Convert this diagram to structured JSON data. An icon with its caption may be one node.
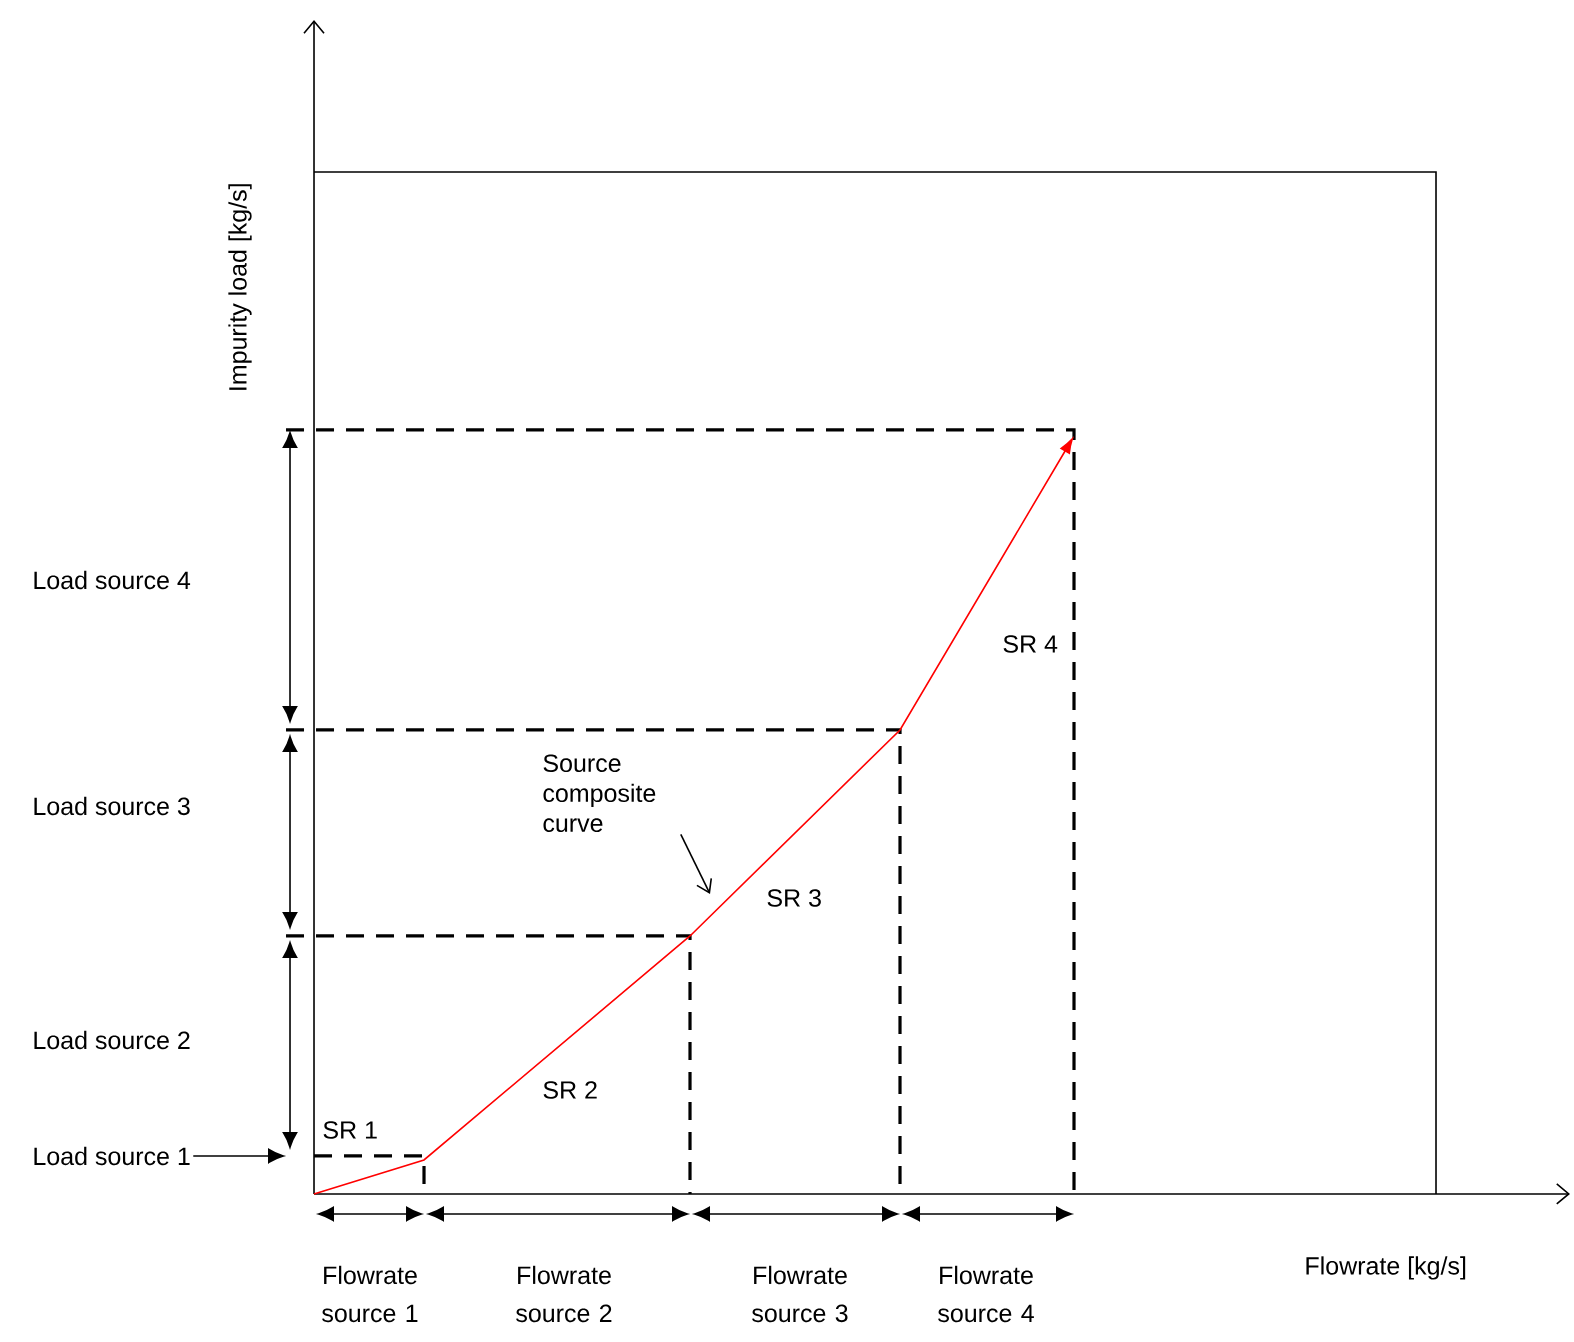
{
  "diagram": {
    "nodes": [
      {
        "text": [
          "Source composite curve"
        ]
      },
      {
        "text": [
          "Load source 1"
        ]
      }
    ],
    "edges": [
      {
        "from": 0,
        "to": null,
        "arrow": "to"
      },
      {
        "from": 1,
        "to": null,
        "arrow": "to"
      }
    ],
    "labels": [
      "Impurity load [kg/s]",
      "Load source 4",
      "SR 4",
      "Load source 3",
      "SR 3",
      "Load source 2",
      "SR 2",
      "SR 1",
      "Flowrate [kg/s]",
      "Flowrate source 1",
      "Flowrate source 2",
      "Flowrate source 3",
      "Flowrate source 4"
    ]
  }
}
